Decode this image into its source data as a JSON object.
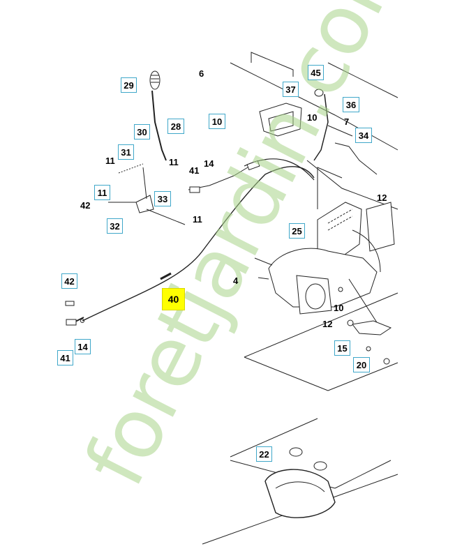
{
  "callouts": {
    "c29": "29",
    "c6": "6",
    "c45": "45",
    "c37": "37",
    "c36": "36",
    "c7": "7",
    "c34": "34",
    "c30": "30",
    "c28": "28",
    "c10a": "10",
    "c10b": "10",
    "c31": "31",
    "c11a": "11",
    "c11b": "11",
    "c11c": "11",
    "c11d": "11",
    "c41a": "41",
    "c14a": "14",
    "c42a": "42",
    "c33": "33",
    "c32": "32",
    "c12a": "12",
    "c25": "25",
    "c4": "4",
    "c40": "40",
    "c42b": "42",
    "c10c": "10",
    "c12b": "12",
    "c14b": "14",
    "c41b": "41",
    "c15": "15",
    "c20": "20",
    "c22": "22"
  },
  "watermark": "foretjardin.com",
  "colors": {
    "callout_border": "#3fa7c9",
    "highlight": "#ffff00",
    "watermark": "#a9d48a"
  }
}
